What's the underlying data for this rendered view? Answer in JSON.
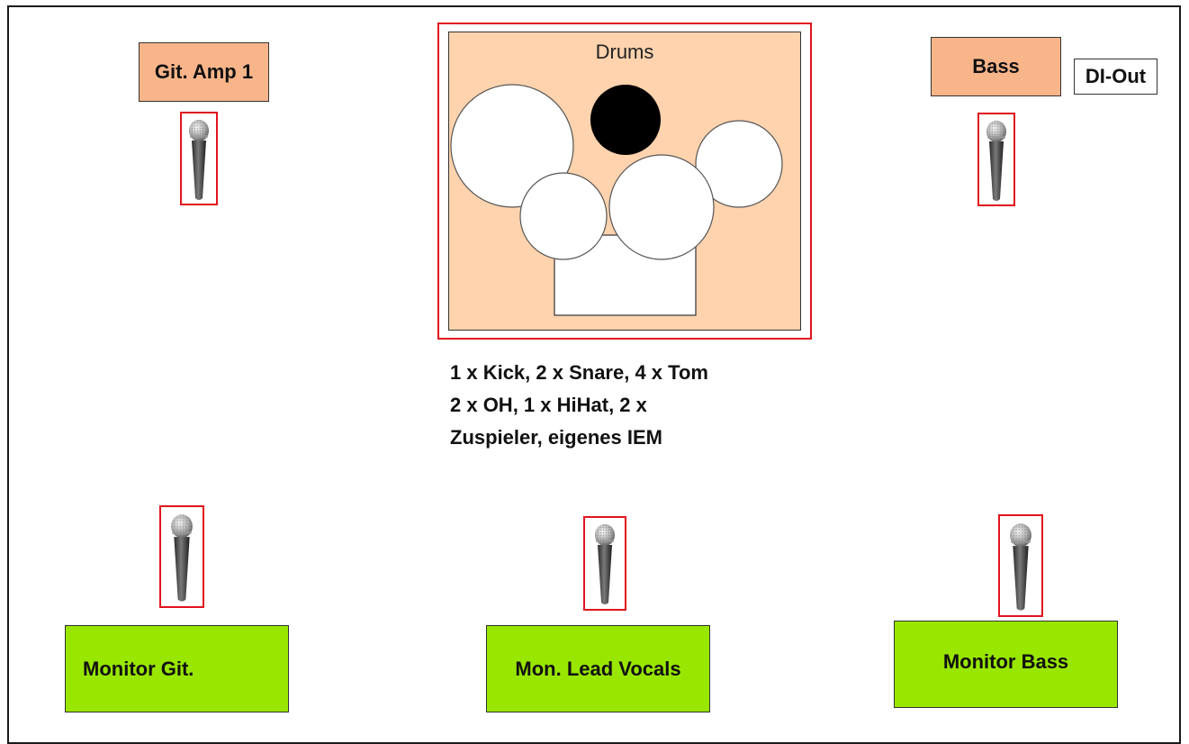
{
  "stage": {
    "guitar_amp": {
      "label": "Git. Amp 1"
    },
    "drums": {
      "label": "Drums",
      "notes": [
        "1 x Kick, 2 x Snare, 4 x Tom",
        "2 x OH, 1 x HiHat, 2 x",
        "Zuspieler, eigenes IEM"
      ]
    },
    "bass_amp": {
      "label": "Bass"
    },
    "di_out": {
      "label": "DI-Out"
    },
    "monitors": [
      {
        "label": "Monitor Git."
      },
      {
        "label": "Mon. Lead Vocals"
      },
      {
        "label": "Monitor Bass"
      }
    ]
  },
  "colors": {
    "amp": "#f9b58a",
    "drum_area": "#ffd3ae",
    "monitor": "#99e600",
    "mic_frame": "#e0141e",
    "border": "#1a1a1a"
  },
  "icons": [
    "microphone-icon",
    "drum-kit-icon"
  ]
}
